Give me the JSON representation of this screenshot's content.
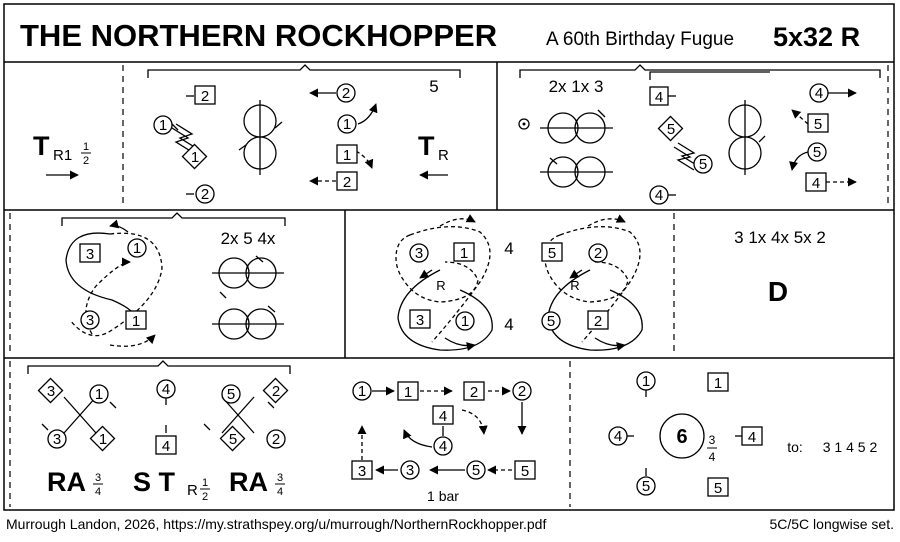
{
  "header": {
    "title": "THE NORTHERN ROCKHOPPER",
    "subtitle": "A 60th Birthday Fugue",
    "formation": "5x32 R"
  },
  "footer": {
    "credit": "Murrough Landon, 2026, https://my.strathspey.org/u/murrough/NorthernRockhopper.pdf",
    "set": "5C/5C longwise set."
  },
  "bars_1_8": {
    "move_label": "T",
    "move_sub": "R1",
    "frac_num": "1",
    "frac_den": "2",
    "bar_count": "5",
    "move2_label": "T",
    "move2_sub": "R",
    "b1": "1",
    "b2": "2",
    "b3": "1",
    "b4": "2",
    "g1": "1",
    "g2": "2",
    "g3": "1",
    "g4": "2"
  },
  "bars_5_8": {
    "sequence": "2x 1x 3",
    "b4": "4",
    "b5": "5",
    "b5b": "5",
    "b4b": "4",
    "g4": "4",
    "g5": "5",
    "g5b": "5",
    "g4b": "4"
  },
  "bars_9_12": {
    "sequence": "2x 5 4x",
    "b3": "3",
    "b1": "1",
    "g1": "1",
    "g3": "3"
  },
  "bars_13_16": {
    "b3": "3",
    "b1": "1",
    "b5": "5",
    "b2": "2",
    "g3": "3",
    "g1": "1",
    "g5": "5",
    "g2": "2",
    "bars_a": "4",
    "bars_b": "4",
    "r1": "R",
    "r2": "R"
  },
  "bars_d": {
    "sequence": "3 1x 4x 5x 2",
    "move_label": "D"
  },
  "bars_17_24": {
    "g3": "3",
    "b1": "1",
    "g4": "4",
    "g5": "5",
    "b2": "2",
    "b3": "3",
    "g1": "1",
    "b4": "4",
    "b5": "5",
    "g2": "2",
    "ra1": "RA",
    "ra1_num": "3",
    "ra1_den": "4",
    "st": "S T",
    "st_sub": "R",
    "st_num": "1",
    "st_den": "2",
    "ra2": "RA",
    "ra2_num": "3",
    "ra2_den": "4"
  },
  "bars_25_28": {
    "g1": "1",
    "b1": "1",
    "b2": "2",
    "g2": "2",
    "b4": "4",
    "g4": "4",
    "b3": "3",
    "g3": "3",
    "g5": "5",
    "b5": "5",
    "note": "1 bar"
  },
  "bars_29_32": {
    "g1": "1",
    "b1": "1",
    "g4": "4",
    "b4": "4",
    "g5": "5",
    "b5": "5",
    "big_num": "6",
    "frac_num": "3",
    "frac_den": "4",
    "to_label": "to:",
    "to_order": "3 1 4 5 2"
  }
}
